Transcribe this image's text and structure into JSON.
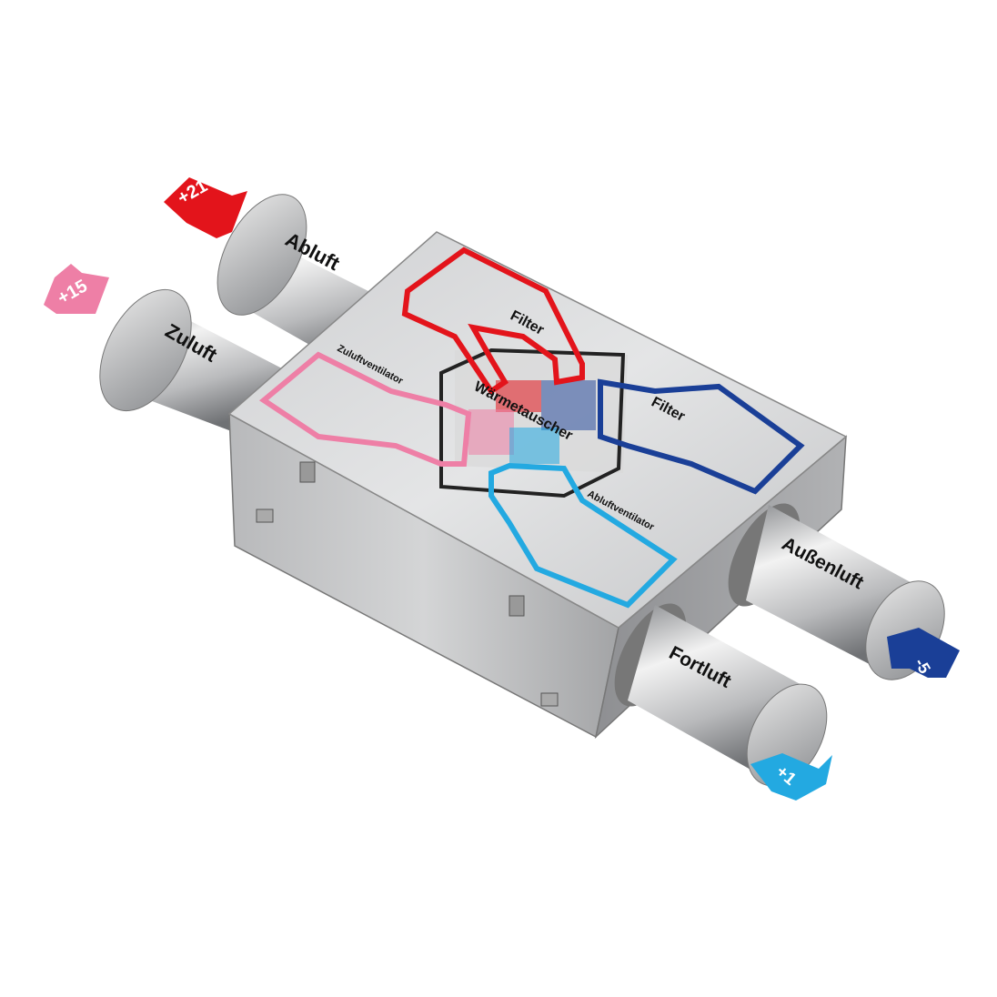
{
  "diagram": {
    "ducts": {
      "abluft": "Abluft",
      "zuluft": "Zuluft",
      "aussenluft": "Außenluft",
      "fortluft": "Fortluft"
    },
    "components": {
      "filter_top": "Filter",
      "filter_right": "Filter",
      "zuluftventilator": "Zuluftventilator",
      "waermetauscher": "Wärmetauscher",
      "abluftventilator": "Abluftventilator"
    },
    "temperatures": {
      "abluft": "+21",
      "zuluft": "+15",
      "aussenluft": "-5",
      "fortluft": "+1"
    },
    "colors": {
      "abluft": "#e3141b",
      "zuluft": "#ee7fa6",
      "aussenluft": "#1a3f97",
      "fortluft": "#23a9e1"
    }
  }
}
